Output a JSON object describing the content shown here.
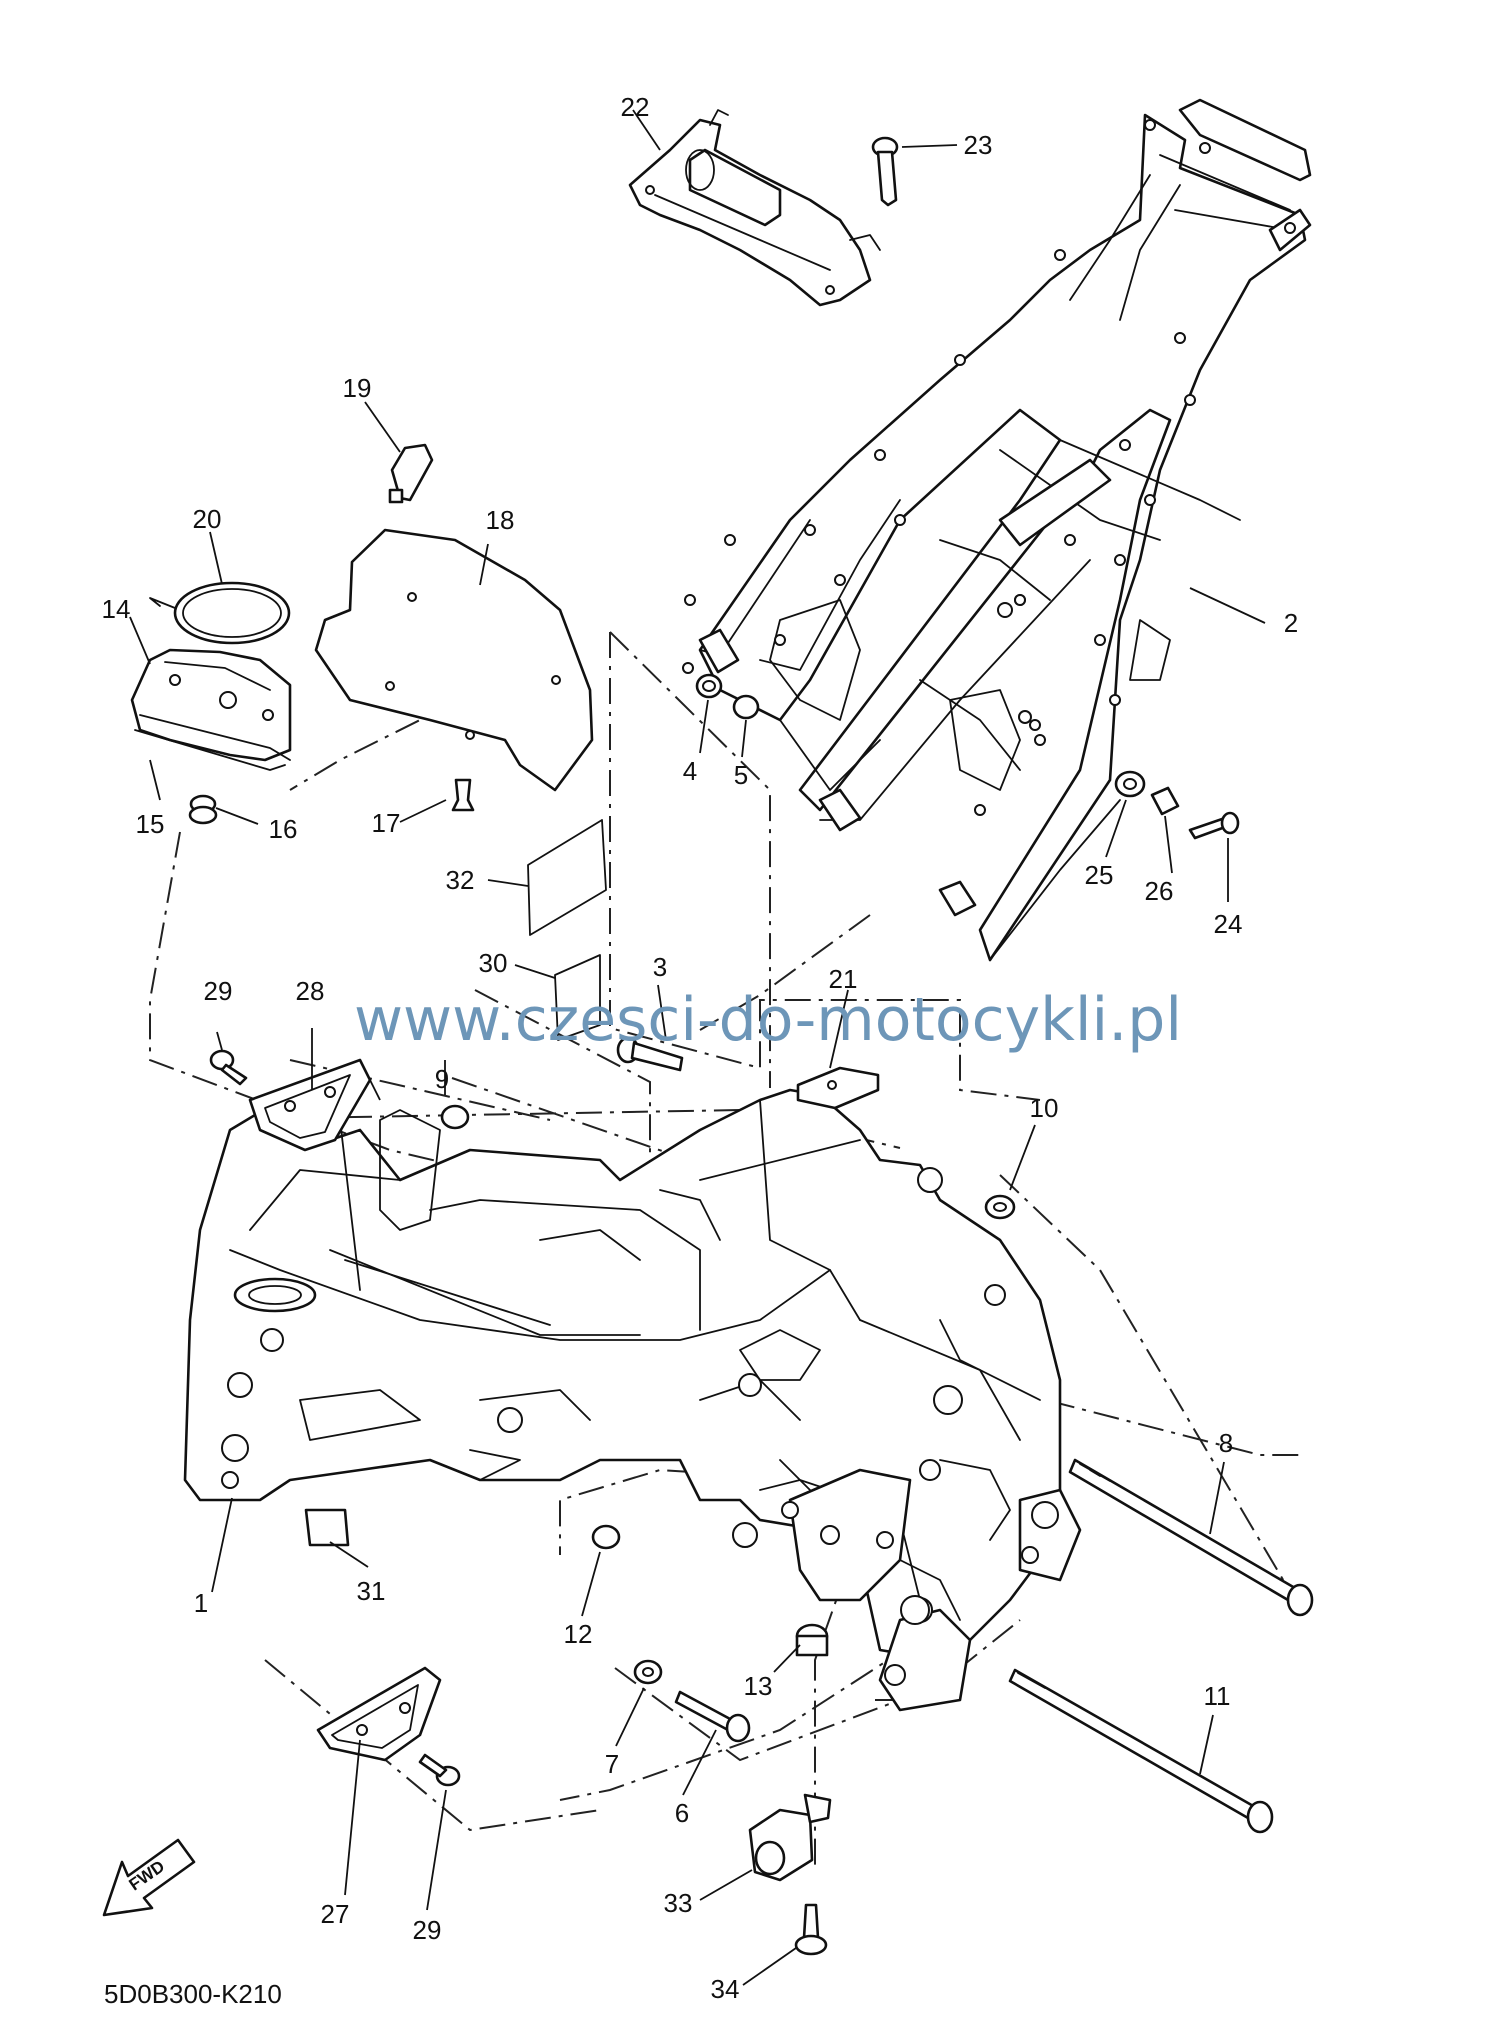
{
  "watermark": {
    "text": "www.czesci-do-motocykli.pl",
    "color": "#6d96b8"
  },
  "diagram_code": "5D0B300-K210",
  "fwd_label": "FWD",
  "callouts": {
    "c1": "1",
    "c2": "2",
    "c3": "3",
    "c4": "4",
    "c5": "5",
    "c6": "6",
    "c7": "7",
    "c8": "8",
    "c9": "9",
    "c10": "10",
    "c11": "11",
    "c12": "12",
    "c13": "13",
    "c14": "14",
    "c15": "15",
    "c16": "16",
    "c17": "17",
    "c18": "18",
    "c19": "19",
    "c20": "20",
    "c21": "21",
    "c22": "22",
    "c23": "23",
    "c24": "24",
    "c25": "25",
    "c26": "26",
    "c27": "27",
    "c28": "28",
    "c29a": "29",
    "c29b": "29",
    "c30": "30",
    "c31": "31",
    "c32": "32",
    "c33": "33",
    "c34": "34"
  }
}
